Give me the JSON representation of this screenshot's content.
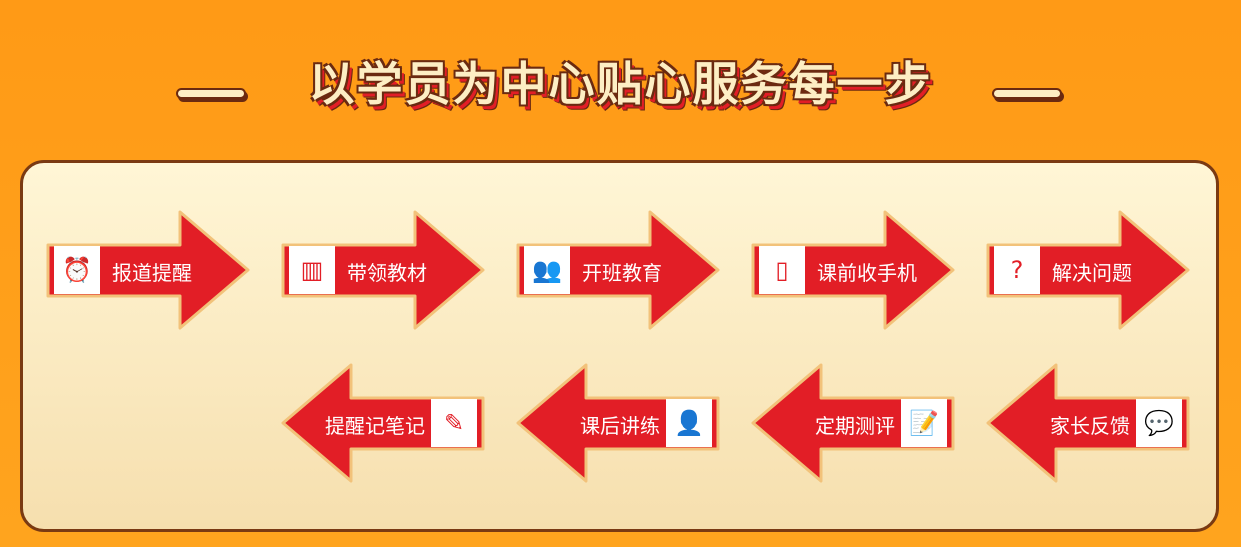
{
  "title": "以学员为中心贴心服务每一步",
  "colors": {
    "red": "#e21e26",
    "border": "#f2c27a",
    "frame": "#7a3a12"
  },
  "steps_forward": [
    {
      "label": "报道提醒",
      "icon": "alarm-clock-icon",
      "glyph": "⏰"
    },
    {
      "label": "带领教材",
      "icon": "books-icon",
      "glyph": "▥"
    },
    {
      "label": "开班教育",
      "icon": "classroom-icon",
      "glyph": "👥"
    },
    {
      "label": "课前收手机",
      "icon": "phone-icon",
      "glyph": "▯"
    },
    {
      "label": "解决问题",
      "icon": "question-icon",
      "glyph": "?"
    }
  ],
  "steps_back": [
    {
      "label": "提醒记笔记",
      "icon": "pen-icon",
      "glyph": "✎"
    },
    {
      "label": "课后讲练",
      "icon": "tutor-icon",
      "glyph": "👤"
    },
    {
      "label": "定期测评",
      "icon": "test-paper-icon",
      "glyph": "📝"
    },
    {
      "label": "家长反馈",
      "icon": "chat-icon",
      "glyph": "💬"
    }
  ]
}
